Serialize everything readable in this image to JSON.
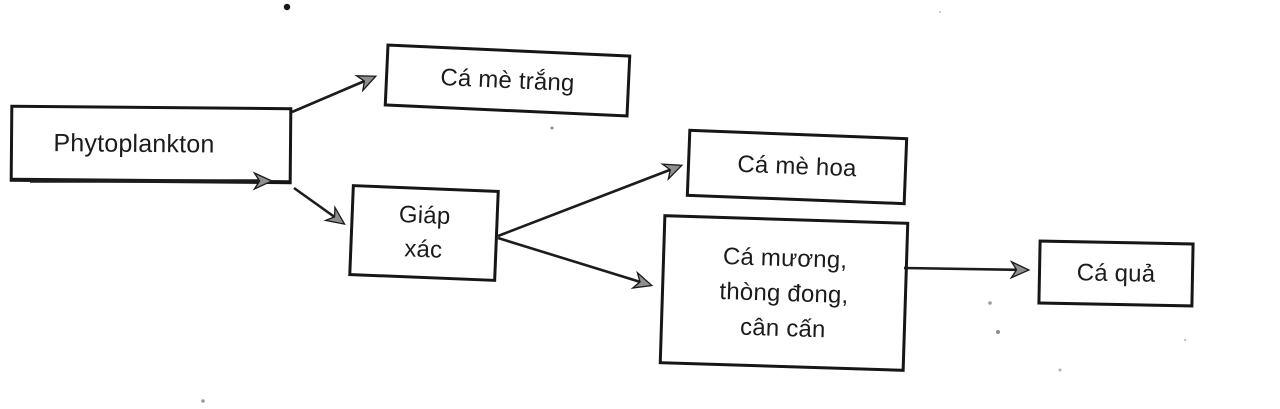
{
  "diagram": {
    "description_type": "food-web",
    "nodes": {
      "phytoplankton": {
        "label": "Phytoplankton"
      },
      "ca_me_trang": {
        "label": "Cá mè trắng"
      },
      "giap_xac": {
        "line1": "Giáp",
        "line2": "xác"
      },
      "ca_me_hoa": {
        "label": "Cá mè hoa"
      },
      "ca_muong": {
        "line1": "Cá mương,",
        "line2": "thòng đong,",
        "line3": "cân cấn"
      },
      "ca_qua": {
        "label": "Cá quả"
      }
    },
    "edges": [
      {
        "from": "Phytoplankton",
        "to": "Cá mè trắng"
      },
      {
        "from": "Phytoplankton",
        "to": "Giáp xác"
      },
      {
        "from": "Giáp xác",
        "to": "Cá mè hoa"
      },
      {
        "from": "Giáp xác",
        "to": "Cá mương, thòng đong, cân cấn"
      },
      {
        "from": "Cá mương, thòng đong, cân cấn",
        "to": "Cá quả"
      }
    ],
    "colors": {
      "ink": "#1c1c1c",
      "arrowhead_fill": "#8f8f8f",
      "background": "#ffffff"
    }
  }
}
